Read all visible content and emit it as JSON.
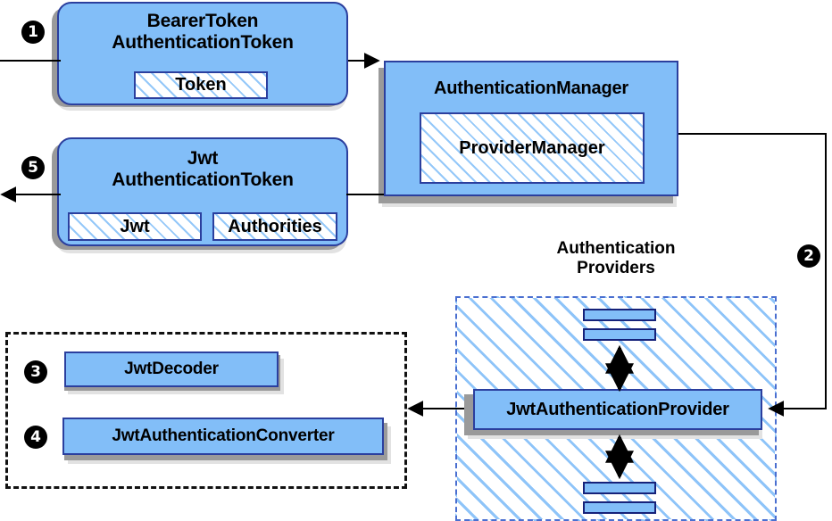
{
  "diagram": {
    "title": "Spring Security JWT Bearer Token Authentication Flow",
    "colors": {
      "box_fill": "#82bef8",
      "box_border": "#2b3f9e",
      "shadow_dark": "#9a9a9a",
      "shadow_light": "#e2e2e2",
      "hatch_line": "#82bef8",
      "dashed_blue": "#4a6fd0",
      "dashed_black": "#111111",
      "badge_fill": "#000000",
      "badge_text": "#ffffff",
      "wire": "#000000"
    },
    "steps": [
      {
        "number": "❶",
        "digit": "1",
        "target": "BearerTokenAuthenticationToken"
      },
      {
        "number": "❷",
        "digit": "2",
        "target": "JwtAuthenticationProvider"
      },
      {
        "number": "❸",
        "digit": "3",
        "target": "JwtDecoder"
      },
      {
        "number": "❹",
        "digit": "4",
        "target": "JwtAuthenticationConverter"
      },
      {
        "number": "❺",
        "digit": "5",
        "target": "JwtAuthenticationToken"
      }
    ],
    "nodes": {
      "bearer_token": {
        "title": "BearerToken\nAuthenticationToken",
        "inner": [
          {
            "label": "Token"
          }
        ]
      },
      "jwt_token": {
        "title": "Jwt\nAuthenticationToken",
        "inner": [
          {
            "label": "Jwt"
          },
          {
            "label": "Authorities"
          }
        ]
      },
      "auth_manager": {
        "title": "AuthenticationManager",
        "inner": [
          {
            "label": "ProviderManager"
          }
        ]
      },
      "auth_providers": {
        "label": "Authentication\nProviders",
        "provider": {
          "title": "JwtAuthenticationProvider"
        }
      },
      "support_group": {
        "items": [
          {
            "title": "JwtDecoder"
          },
          {
            "title": "JwtAuthenticationConverter"
          }
        ]
      }
    }
  }
}
